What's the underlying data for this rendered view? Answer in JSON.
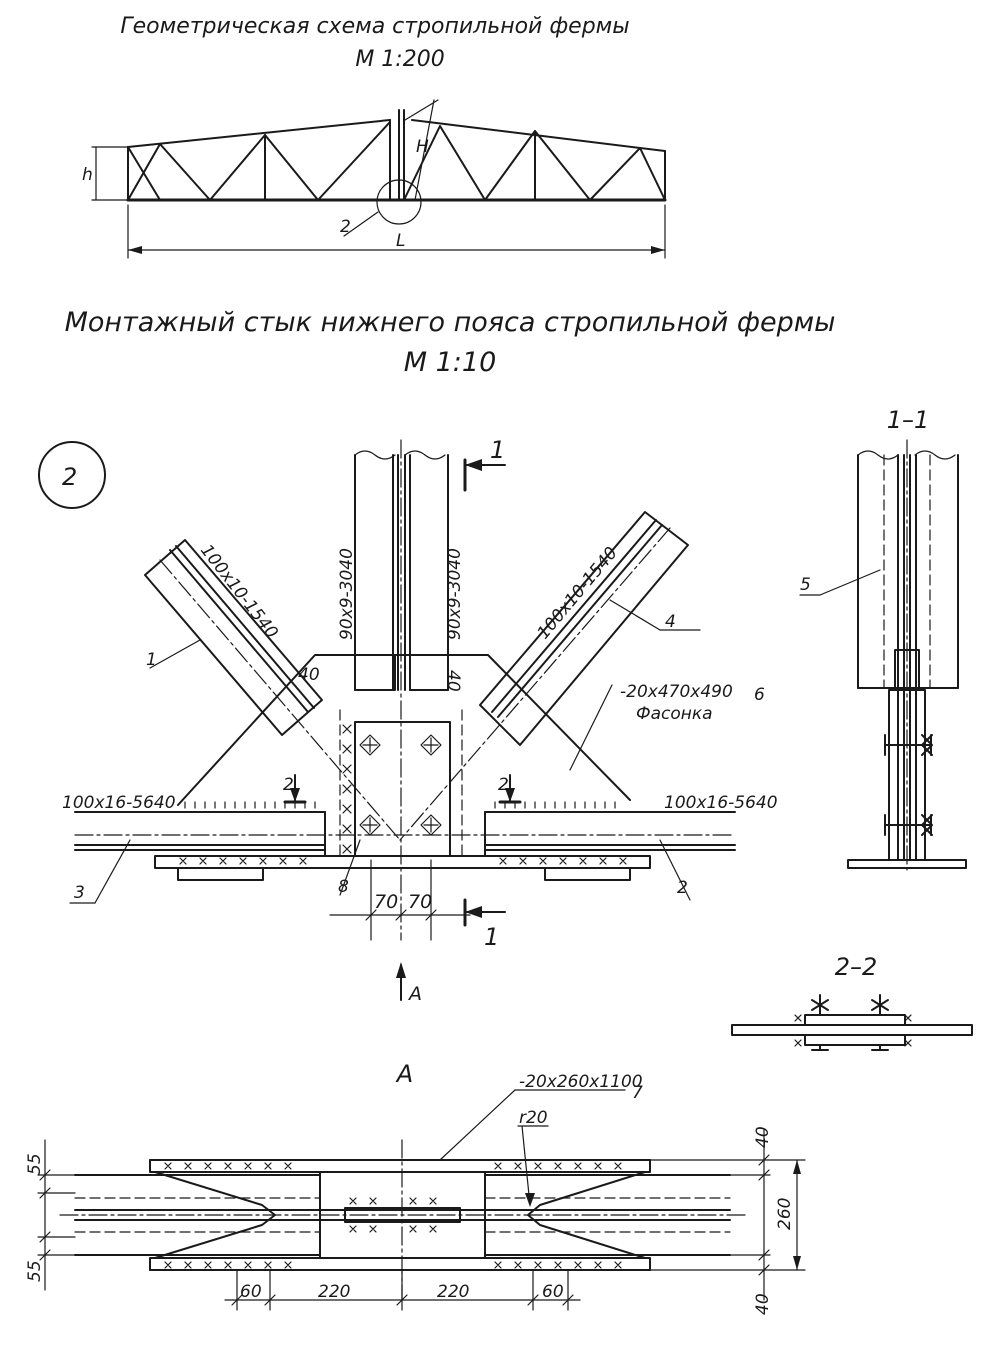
{
  "scheme": {
    "title": "Геометрическая схема стропильной фермы",
    "scale": "М 1:200",
    "label_h": "h",
    "label_H": "H",
    "label_L": "L",
    "node_ref": "2"
  },
  "joint": {
    "title": "Монтажный стык нижнего пояса стропильной фермы",
    "scale": "М 1:10",
    "node_id": "2",
    "brace_left_spec": "100x10-1540",
    "brace_right_spec": "100x10-1540",
    "vertical_left_spec": "90x9-3040",
    "vertical_right_spec": "90x9-3040",
    "chord_left_spec": "100x16-5640",
    "chord_right_spec": "100x16-5640",
    "gusset_spec": "-20x470x490",
    "gusset_pos": "6",
    "gusset_name": "Фасонка",
    "pos_1": "1",
    "pos_2": "2",
    "pos_3": "3",
    "pos_4": "4",
    "pos_8": "8",
    "dim_40_left": "40",
    "dim_40_right": "40",
    "dim_70_left": "70",
    "dim_70_right": "70",
    "section_mark_top": "1",
    "section_mark_bottom": "1",
    "section2_mark_left": "2",
    "section2_mark_right": "2",
    "view_arrow": "A"
  },
  "section_1_1": {
    "title": "1–1",
    "pos_5": "5"
  },
  "section_2_2": {
    "title": "2–2"
  },
  "view_A": {
    "title": "А",
    "plate_spec": "-20x260x1100",
    "plate_pos": "7",
    "radius": "r20",
    "dim_55_top": "55",
    "dim_55_bottom": "55",
    "dim_40_top": "40",
    "dim_40_bottom": "40",
    "dim_260": "260",
    "dim_60_left": "60",
    "dim_220_left": "220",
    "dim_220_right": "220",
    "dim_60_right": "60"
  }
}
